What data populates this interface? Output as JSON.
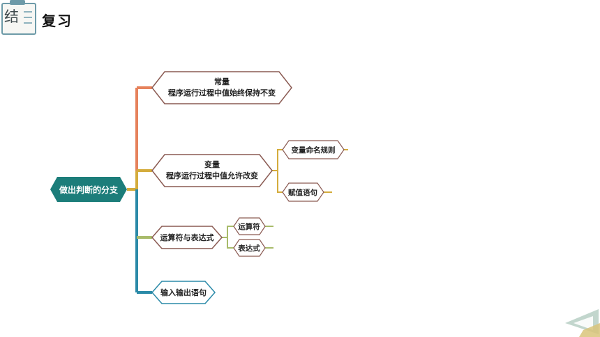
{
  "header": {
    "icon_char": "结",
    "title": "复习"
  },
  "mindmap": {
    "root": "做出判断的分支",
    "constant": {
      "title": "常量",
      "desc": "程序运行过程中值始终保持不变"
    },
    "variable": {
      "title": "变量",
      "desc": "程序运行过程中值允许改变",
      "children": [
        "变量命名规则",
        "赋值语句"
      ]
    },
    "operators": {
      "title": "运算符与表达式",
      "children": [
        "运算符",
        "表达式"
      ]
    },
    "io": {
      "title": "输入输出语句"
    }
  },
  "colors": {
    "root_fill": "#1c7d7a",
    "constant_line": "#e6825c",
    "variable_line": "#d4ac3c",
    "operators_line": "#a8bb6a",
    "io_line": "#2b8aa8",
    "node_stroke": "#8a5a52"
  }
}
